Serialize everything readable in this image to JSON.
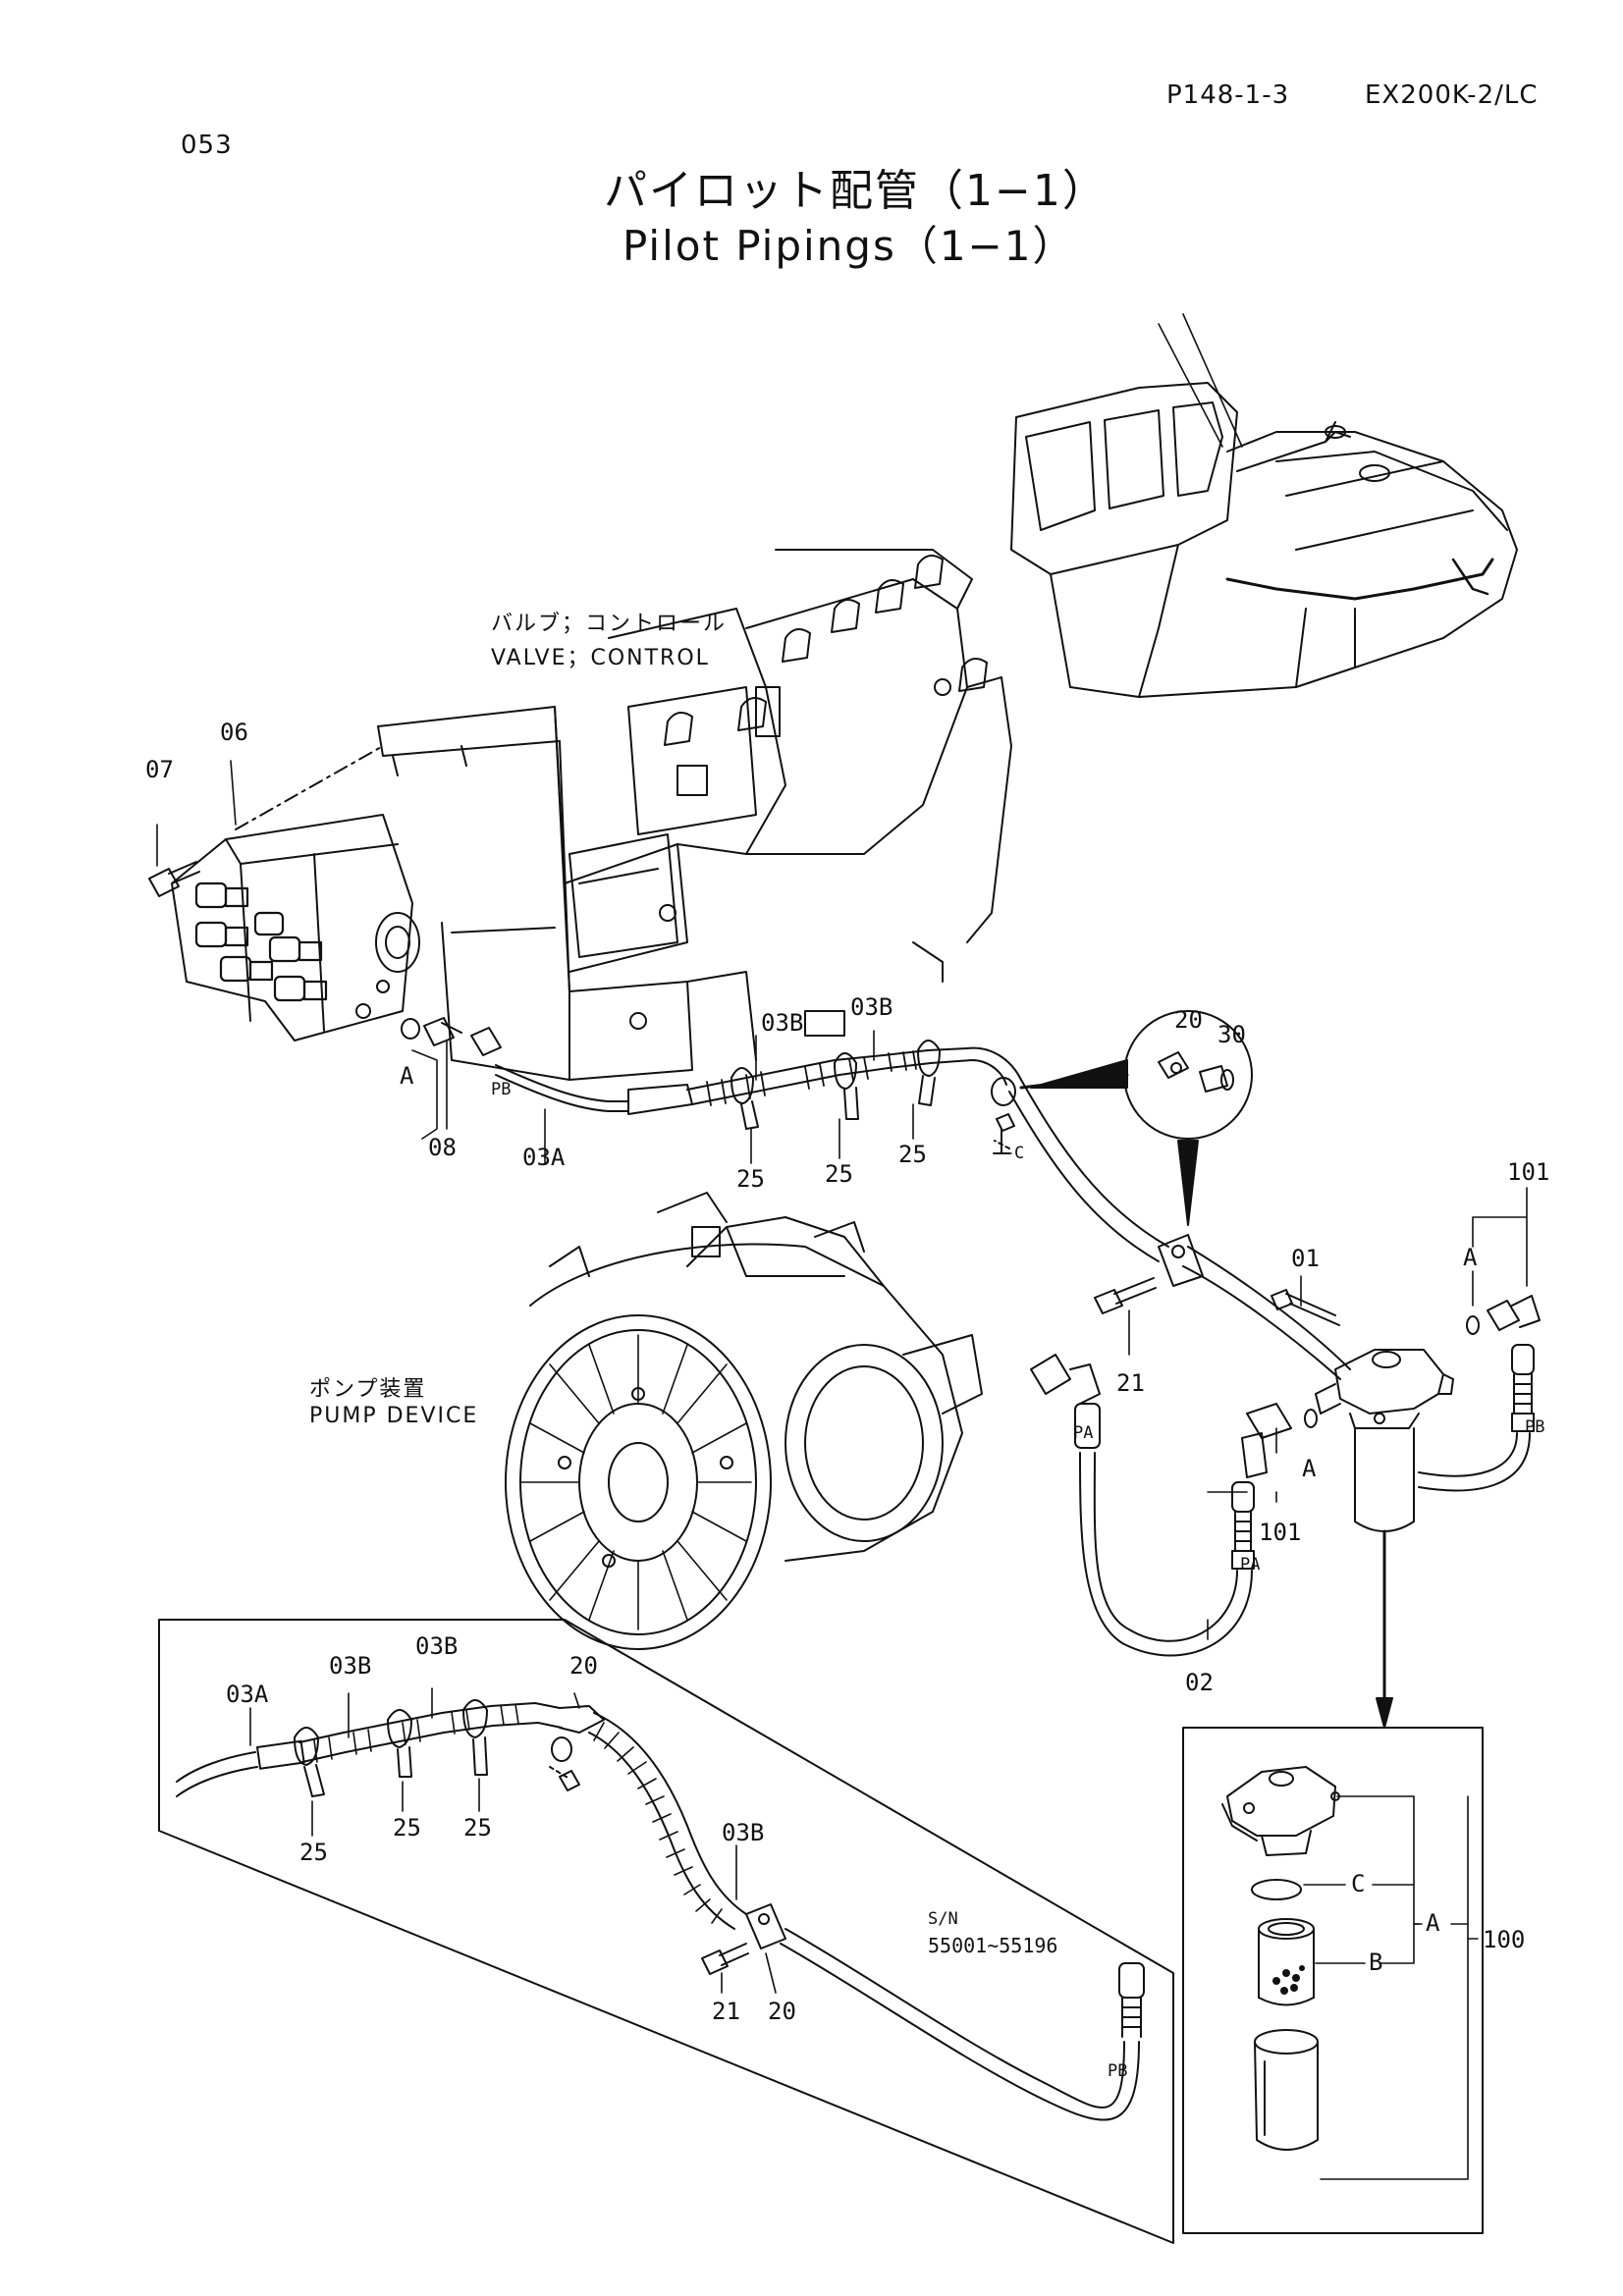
{
  "header": {
    "page_code": "P148-1-3",
    "model": "EX200K-2/LC",
    "figure_number": "053",
    "title_jp": "パイロット配管（1−1）",
    "title_en": "Pilot Pipings（1−1）"
  },
  "captions": {
    "valve_jp": "バルブ；コントロール",
    "valve_en": "VALVE；CONTROL",
    "pump_jp": "ポンプ装置",
    "pump_en": "PUMP DEVICE"
  },
  "callouts_main": {
    "c07": "07",
    "c06": "06",
    "a_left": "A",
    "c08": "08",
    "pb_1": "PB",
    "c03a": "03A",
    "c03b_1": "03B",
    "c03b_2": "03B",
    "c25_1": "25",
    "c25_2": "25",
    "c25_3": "25",
    "c_marker": "C",
    "c20": "20",
    "c30": "30",
    "c101_top": "101",
    "a_top": "A",
    "c01": "01",
    "c21": "21",
    "pb_2": "PB",
    "pa_1": "PA",
    "a_mid": "A",
    "c101_mid": "101",
    "pa_2": "PA",
    "c02": "02"
  },
  "callouts_inset": {
    "c03a": "03A",
    "c03b_1": "03B",
    "c03b_2": "03B",
    "c20_top": "20",
    "c25_1": "25",
    "c25_2": "25",
    "c25_3": "25",
    "c03b_3": "03B",
    "sn_label": "S/N",
    "sn_range": "55001~55196",
    "c21": "21",
    "c20_bottom": "20",
    "pb": "PB"
  },
  "callouts_filter": {
    "c": "C",
    "a": "A",
    "b": "B",
    "c100": "100"
  }
}
